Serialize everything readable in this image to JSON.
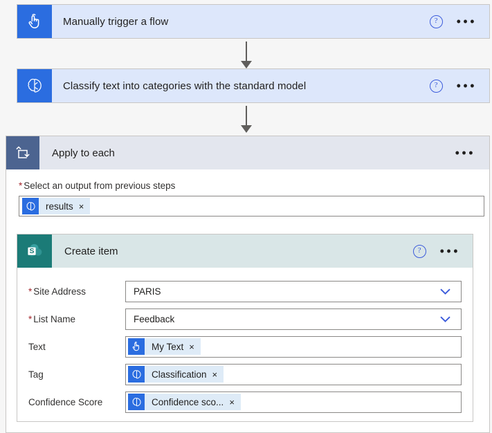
{
  "flow": {
    "trigger": {
      "title": "Manually trigger a flow",
      "icon": "manual-trigger-tap-icon",
      "help_label": "?",
      "menu_label": "•••",
      "accent": "#2b6de0",
      "background": "#dde7fb"
    },
    "action_classify": {
      "title": "Classify text into categories with the standard model",
      "icon": "ai-builder-icon",
      "help_label": "?",
      "menu_label": "•••",
      "accent": "#2b6de0",
      "background": "#dde7fb"
    },
    "scope": {
      "title": "Apply to each",
      "icon": "loop-apply-to-each-icon",
      "menu_label": "•••",
      "accent": "#4c6490",
      "background": "#e3e6ee",
      "output_field": {
        "required_marker": "*",
        "label": "Select an output from previous steps",
        "token": {
          "text": "results",
          "remove_label": "×",
          "icon": "ai-builder-icon"
        }
      }
    },
    "inner_action": {
      "title": "Create item",
      "icon": "sharepoint-icon",
      "help_label": "?",
      "menu_label": "•••",
      "accent": "#1b7b77",
      "background": "#d9e6e7",
      "fields": [
        {
          "label": "Site Address",
          "required": true,
          "type": "dropdown",
          "value": "PARIS",
          "chevron": "chevron-down-icon"
        },
        {
          "label": "List Name",
          "required": true,
          "type": "dropdown",
          "value": "Feedback",
          "chevron": "chevron-down-icon"
        },
        {
          "label": "Text",
          "required": false,
          "type": "token",
          "token": {
            "text": "My Text",
            "remove_label": "×",
            "icon": "manual-trigger-tap-icon"
          }
        },
        {
          "label": "Tag",
          "required": false,
          "type": "token",
          "token": {
            "text": "Classification",
            "remove_label": "×",
            "icon": "ai-builder-icon"
          }
        },
        {
          "label": "Confidence Score",
          "required": false,
          "type": "token",
          "token": {
            "text": "Confidence sco...",
            "remove_label": "×",
            "icon": "ai-builder-icon"
          }
        }
      ]
    },
    "connectors": [
      {
        "name": "connector-trigger-to-classify"
      },
      {
        "name": "connector-classify-to-scope"
      }
    ]
  }
}
